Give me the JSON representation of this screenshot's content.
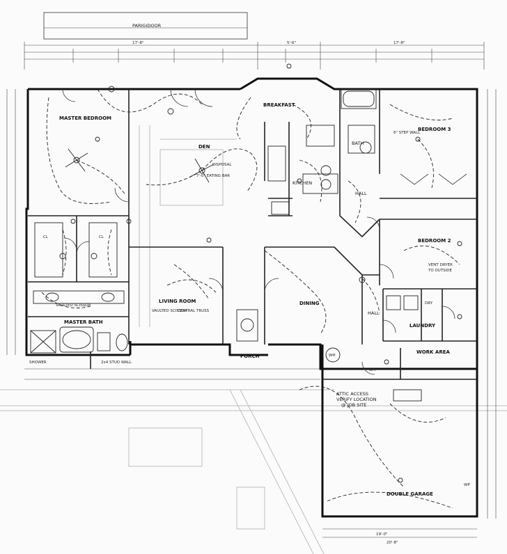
{
  "top_label": "PARIGIDOOR",
  "rooms": {
    "master_bedroom": "MASTER BEDROOM",
    "den": "DEN",
    "breakfast": "BREAKFAST",
    "bedroom_3": "BEDROOM 3",
    "bedroom_2": "BEDROOM 2",
    "master_bath": "MASTER BATH",
    "living_room": "LIVING ROOM",
    "dining": "DINING",
    "laundry": "LAUNDRY",
    "work_area": "WORK AREA",
    "double_garage": "DOUBLE GARAGE",
    "porch": "PORCH",
    "hall_1": "HALL",
    "hall_2": "HALL",
    "bath": "BATH",
    "kitchen": "KITCHEN"
  },
  "notes": {
    "eating_bar": "7'-0\" EATING BAR",
    "disposal": "DISPOSAL",
    "vaulted_scissor_1": "VAULTED SCISSOR",
    "vaulted_scissor_2": "VAULTED SCISSOR",
    "central_truss": "CENTRAL TRUSS",
    "attic_access": "ATTIC ACCESS",
    "verify_location": "VERIFY LOCATION",
    "job_site": "@ JOB SITE",
    "vent_dryer": "VENT DRYER",
    "to_outside": "TO OUTSIDE",
    "step_wall": "6\" STEP WALL",
    "stud_wall": "2x4 STUD WALL",
    "shower": "SHOWER",
    "cl": "CL",
    "ldry": "DRY",
    "wh": "WH",
    "gfi": "GFI",
    "wp": "WP"
  },
  "dimensions_top": [
    "17'-8\"",
    "5'-6\"",
    "17'-8\""
  ],
  "dimensions_bottom": [
    "19'-0\"",
    "20'-8\""
  ]
}
